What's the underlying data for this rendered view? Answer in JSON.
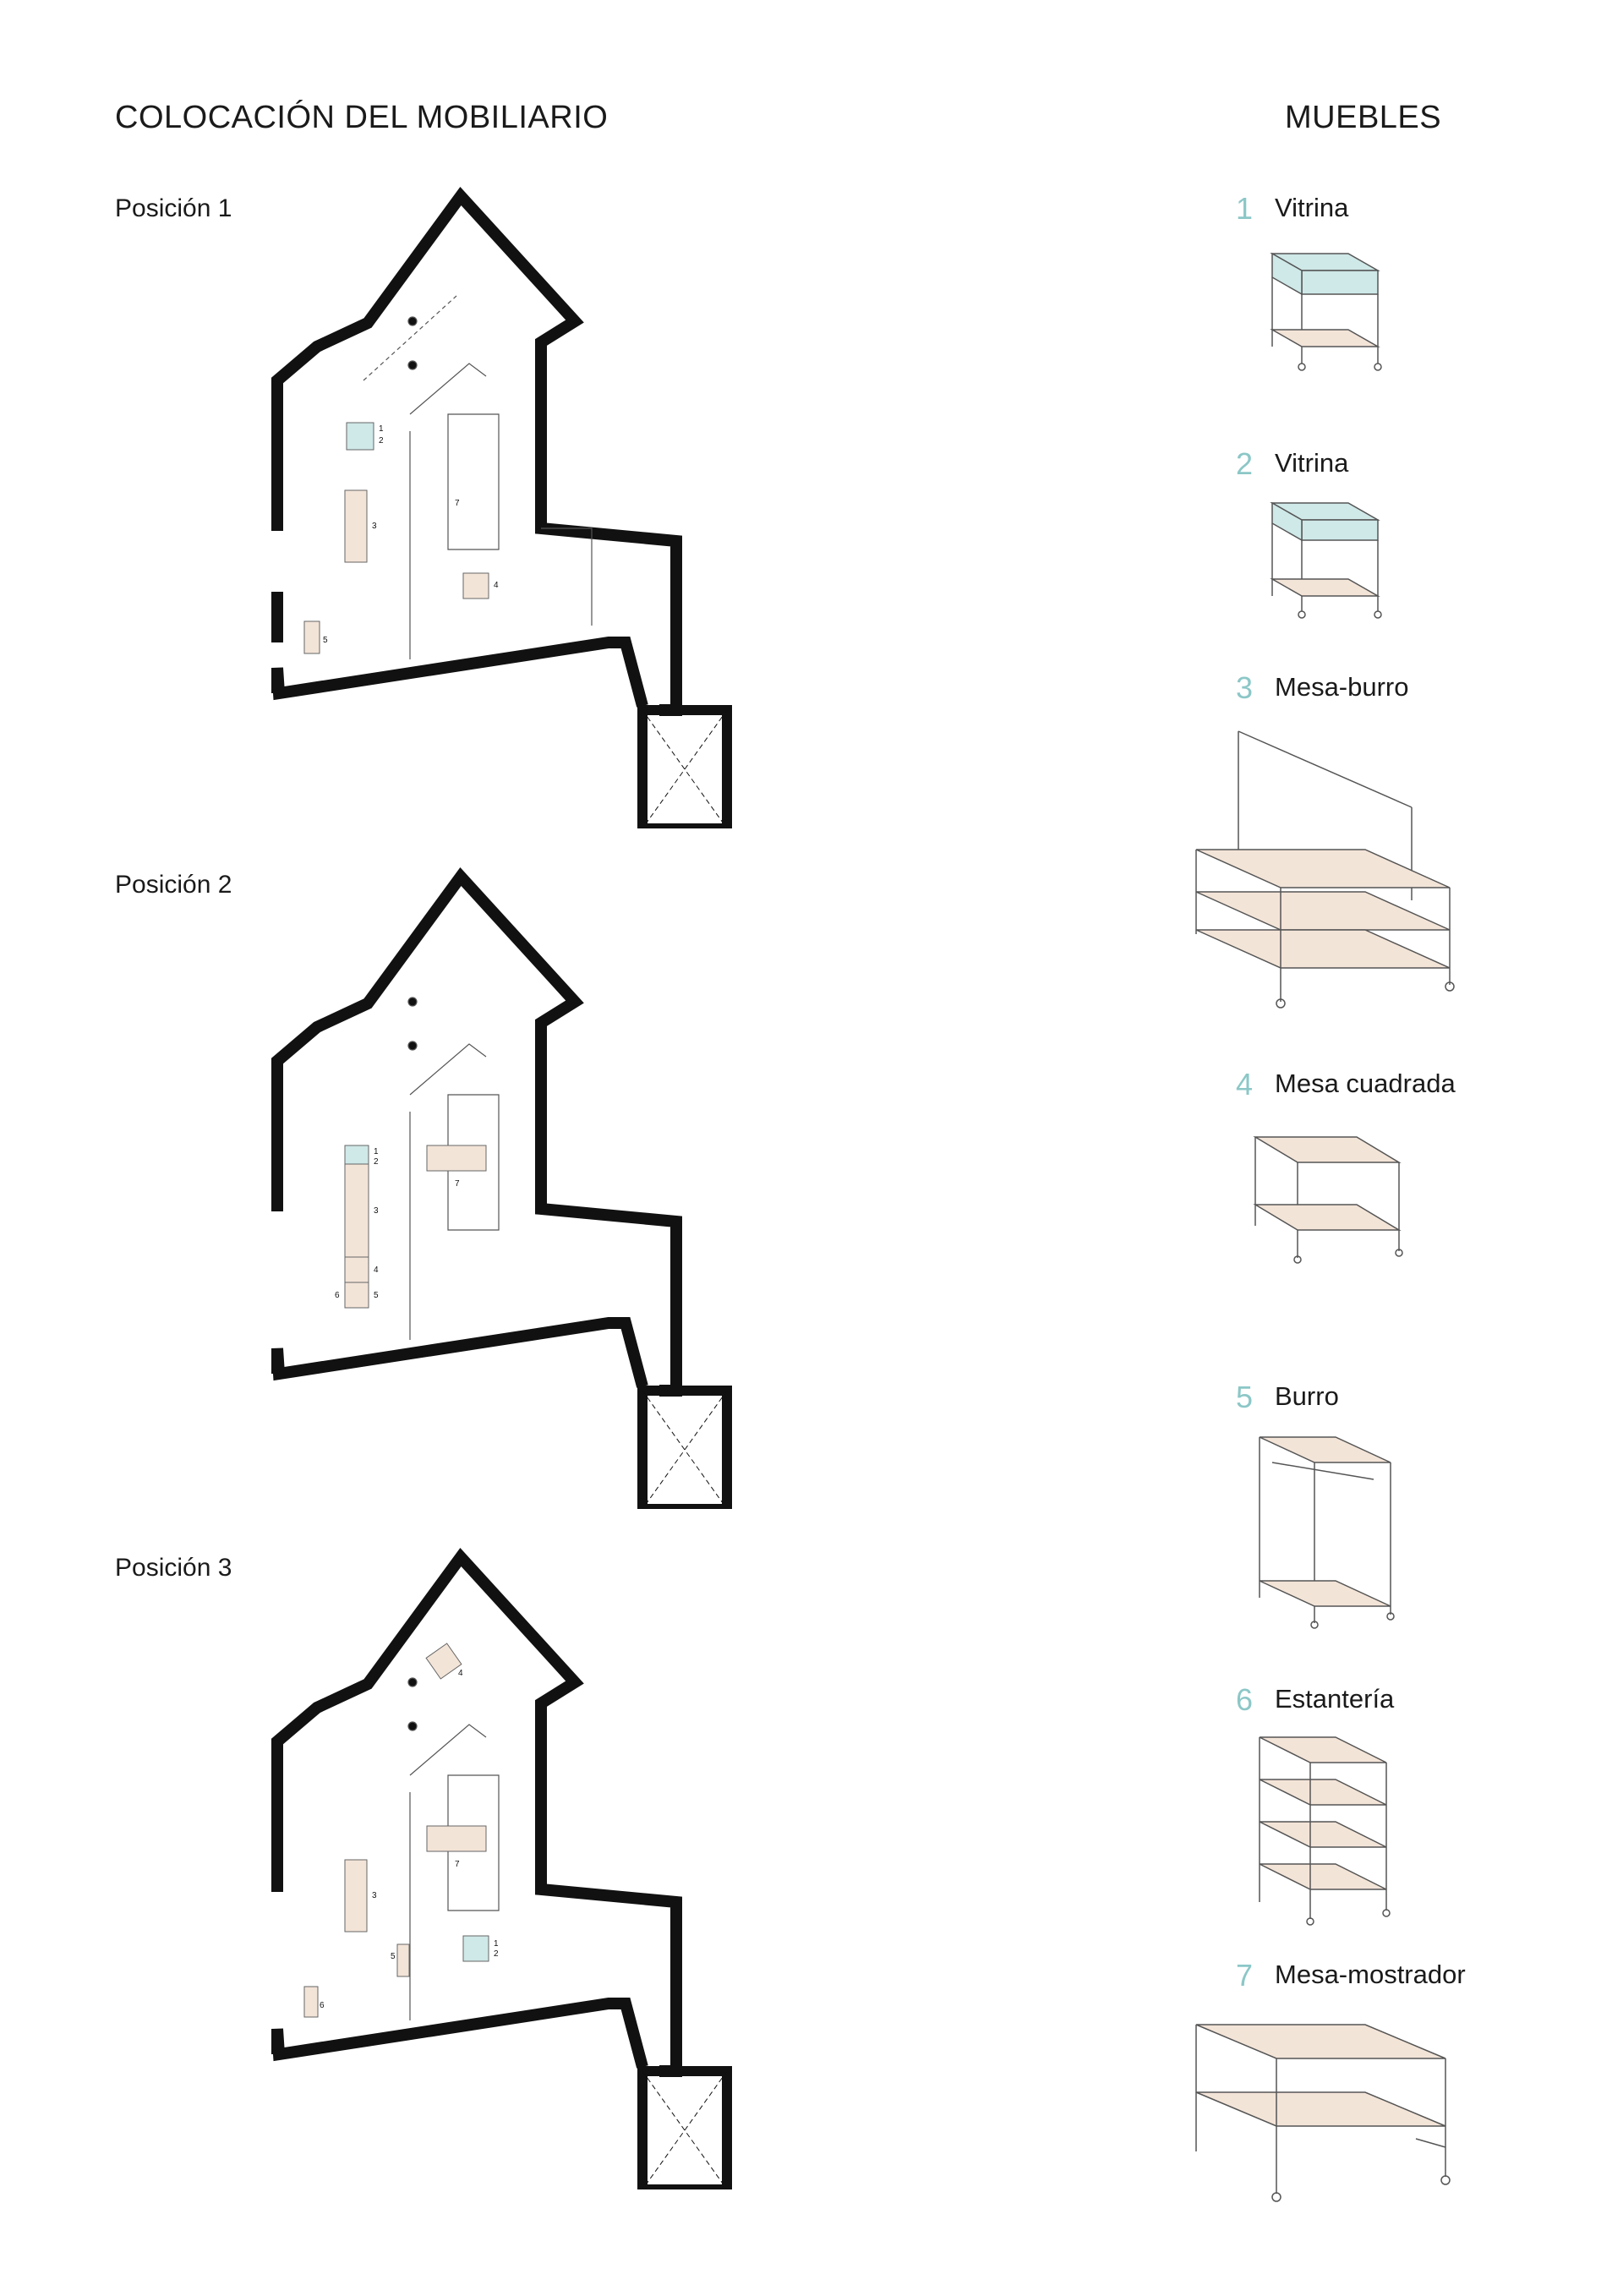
{
  "colors": {
    "wall": "#111111",
    "wood": "#f3e4d8",
    "glass": "#cfe8e8",
    "accent": "#8cc7c7",
    "line": "#555555"
  },
  "layout_section": {
    "title": "COLOCACIÓN DEL MOBILIARIO"
  },
  "furniture_section": {
    "title": "MUEBLES"
  },
  "positions": [
    {
      "label": "Posición 1"
    },
    {
      "label": "Posición 2"
    },
    {
      "label": "Posición 3"
    }
  ],
  "plan_labels": {
    "p1": [
      "1",
      "2",
      "3",
      "4",
      "5",
      "7"
    ],
    "p2": [
      "1",
      "2",
      "3",
      "4",
      "5",
      "6",
      "7"
    ],
    "p3": [
      "1",
      "2",
      "3",
      "4",
      "5",
      "6",
      "7"
    ]
  },
  "furniture": [
    {
      "number": "1",
      "name": "Vitrina",
      "icon": "vitrina-icon"
    },
    {
      "number": "2",
      "name": "Vitrina",
      "icon": "vitrina-small-icon"
    },
    {
      "number": "3",
      "name": "Mesa-burro",
      "icon": "mesa-burro-icon"
    },
    {
      "number": "4",
      "name": "Mesa cuadrada",
      "icon": "mesa-cuadrada-icon"
    },
    {
      "number": "5",
      "name": "Burro",
      "icon": "burro-icon"
    },
    {
      "number": "6",
      "name": "Estantería",
      "icon": "estanteria-icon"
    },
    {
      "number": "7",
      "name": "Mesa-mostrador",
      "icon": "mesa-mostrador-icon"
    }
  ]
}
